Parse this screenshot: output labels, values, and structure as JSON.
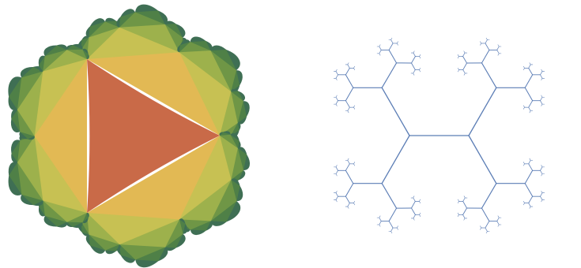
{
  "figure": {
    "left_panel": {
      "kind": "triangle-group-limit-set",
      "depth_levels": 6,
      "colors": {
        "core_triangle": "#C96A48",
        "level_colors": [
          "#E2B954",
          "#C7C153",
          "#9DB14C",
          "#6F9646",
          "#4F8047",
          "#3F6F54",
          "#2F5C73"
        ]
      }
    },
    "right_panel": {
      "kind": "trivalent-tree-dual-graph",
      "depth_levels": 6,
      "colors": {
        "edge": "#5B7DB5"
      }
    }
  }
}
